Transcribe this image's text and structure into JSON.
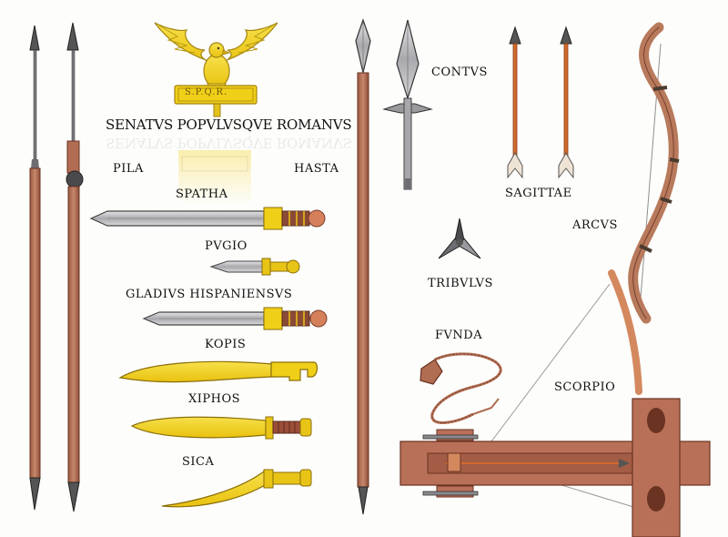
{
  "banner": {
    "text": "S.P.Q.R."
  },
  "motto": "SENATVS POPVLVSQVE ROMANVS",
  "labels": {
    "pila": "PILA",
    "hasta": "HASTA",
    "spatha": "SPATHA",
    "pugio": "PVGIO",
    "gladius": "GLADIVS HISPANIENSVS",
    "kopis": "KOPIS",
    "xiphos": "XIPHOS",
    "sica": "SICA",
    "contus": "CONTVS",
    "sagittae": "SAGITTAE",
    "arcus": "ARCVS",
    "tribulus": "TRIBVLVS",
    "funda": "FVNDA",
    "scorpio": "SCORPIO"
  },
  "colors": {
    "gold": "#f2d21c",
    "gold_dark": "#b89a10",
    "wood": "#b06d52",
    "wood_dark": "#7a3e2c",
    "steel": "#cfcfd2",
    "steel_dark": "#6d6d72",
    "ink": "#111111"
  }
}
